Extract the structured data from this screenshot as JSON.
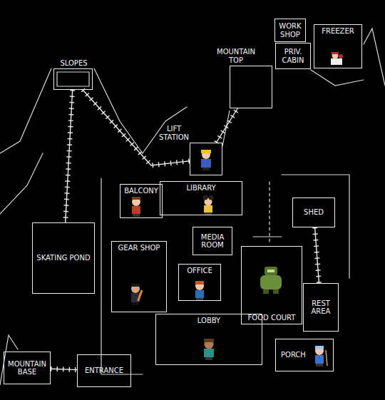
{
  "diagram": {
    "nodes": [
      {
        "text": [
          "WORK SHOP"
        ]
      },
      {
        "text": [
          "FREEZER"
        ]
      },
      {
        "text": [
          "MOUNTAIN TOP"
        ]
      },
      {
        "text": [
          "PRIV. CABIN"
        ]
      },
      {
        "text": [
          "SLOPES"
        ]
      },
      {
        "text": [
          "LIFT STATION"
        ]
      },
      {
        "text": [
          "BALCONY"
        ]
      },
      {
        "text": [
          "LIBRARY"
        ]
      },
      {
        "text": [
          "SHED"
        ]
      },
      {
        "text": [
          "SKATING POND"
        ]
      },
      {
        "text": [
          "MEDIA ROOM"
        ]
      },
      {
        "text": [
          "GEAR SHOP"
        ]
      },
      {
        "text": [
          "OFFICE"
        ]
      },
      {
        "text": [
          "FOOD COURT"
        ]
      },
      {
        "text": [
          "REST AREA"
        ]
      },
      {
        "text": [
          "LOBBY"
        ]
      },
      {
        "text": [
          "PORCH"
        ]
      },
      {
        "text": [
          "MOUNTAIN BASE"
        ]
      },
      {
        "text": [
          "ENTRANCE"
        ]
      }
    ],
    "edges": [
      {
        "from": 17,
        "to": 18,
        "arrow": "none"
      },
      {
        "from": 4,
        "to": 9,
        "arrow": "none"
      },
      {
        "from": 4,
        "to": 5,
        "arrow": "none"
      },
      {
        "from": 5,
        "to": 2,
        "arrow": "none"
      },
      {
        "from": 8,
        "to": 14,
        "arrow": "none"
      }
    ]
  }
}
